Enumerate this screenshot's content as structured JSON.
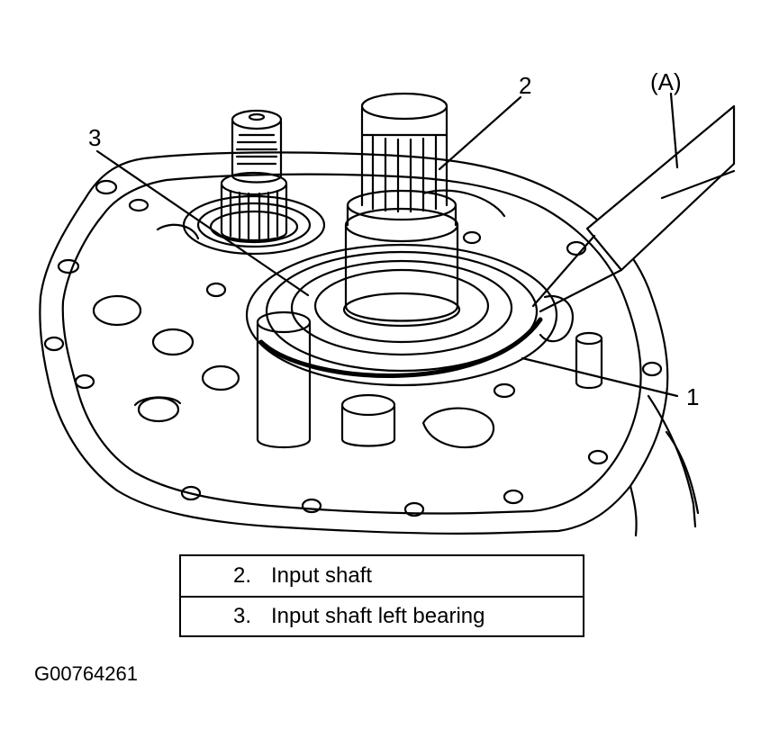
{
  "callouts": {
    "label_1": "1",
    "label_2": "2",
    "label_3": "3",
    "label_tool": "(A)"
  },
  "legend": {
    "rows": [
      {
        "number": "2.",
        "text": "Input shaft"
      },
      {
        "number": "3.",
        "text": "Input shaft left bearing"
      }
    ]
  },
  "figure_code": "G00764261"
}
